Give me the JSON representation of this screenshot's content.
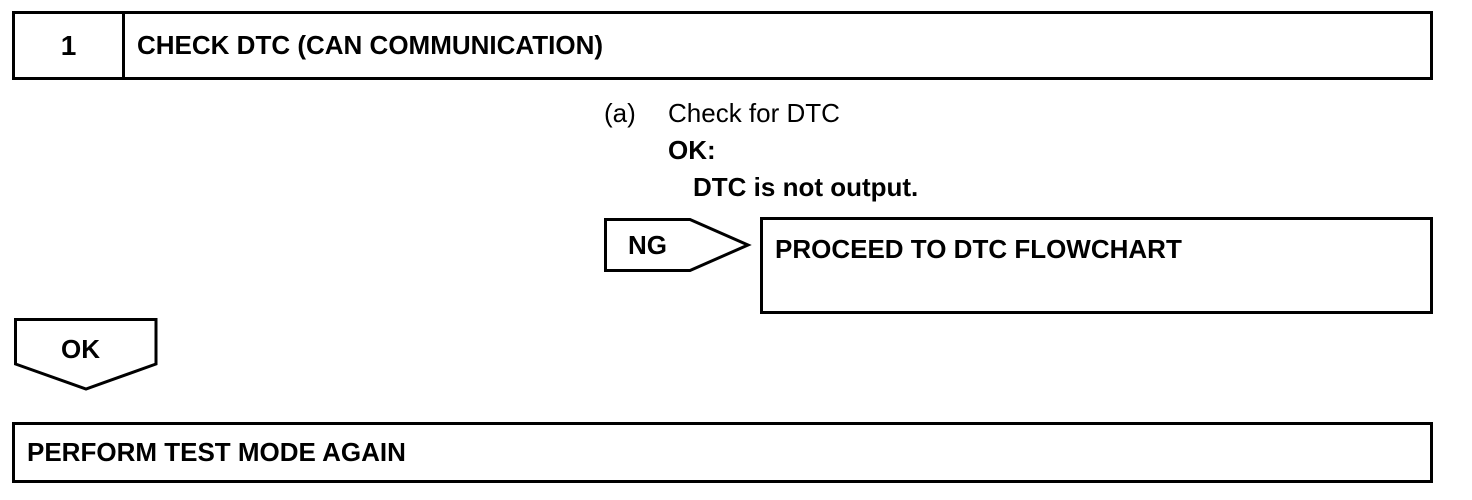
{
  "step": {
    "number": "1",
    "title": "CHECK DTC (CAN COMMUNICATION)"
  },
  "instruction": {
    "marker": "(a)",
    "text": "Check for DTC",
    "ok_label": "OK:",
    "ok_condition": "DTC is not output."
  },
  "ng_branch": {
    "label": "NG",
    "result": "PROCEED TO DTC FLOWCHART"
  },
  "ok_branch": {
    "label": "OK"
  },
  "final_step": {
    "text": "PERFORM TEST MODE AGAIN"
  }
}
